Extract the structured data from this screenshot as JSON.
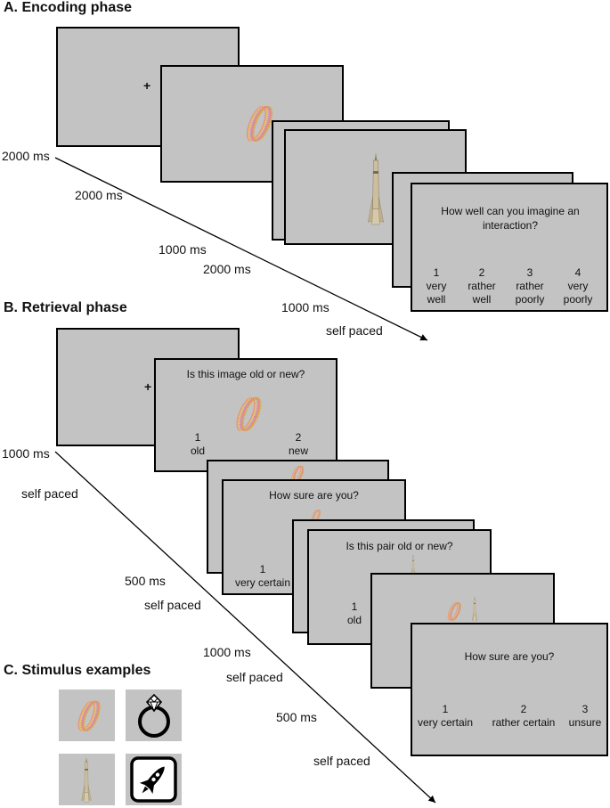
{
  "encoding": {
    "heading": "A. Encoding phase",
    "timings": [
      "2000 ms",
      "2000 ms",
      "1000 ms",
      "2000 ms",
      "1000 ms",
      "self paced"
    ],
    "question": "How well can you imagine an interaction?",
    "options": [
      {
        "num": "1",
        "l1": "very",
        "l2": "well"
      },
      {
        "num": "2",
        "l1": "rather",
        "l2": "well"
      },
      {
        "num": "3",
        "l1": "rather",
        "l2": "poorly"
      },
      {
        "num": "4",
        "l1": "very",
        "l2": "poorly"
      }
    ],
    "fixation": "+"
  },
  "retrieval": {
    "heading": "B. Retrieval phase",
    "timings": [
      "1000 ms",
      "self paced",
      "500 ms",
      "self paced",
      "1000 ms",
      "self paced",
      "500 ms",
      "self paced"
    ],
    "fixation": "+",
    "q_image": "Is this image old or new?",
    "img_options": [
      {
        "num": "1",
        "label": "old"
      },
      {
        "num": "2",
        "label": "new"
      }
    ],
    "q_sure1": "How sure are you?",
    "sure1_option": {
      "num": "1",
      "label": "very certain"
    },
    "q_pair": "Is this pair old or new?",
    "pair_option": {
      "num": "1",
      "label": "old"
    },
    "q_sure2": "How sure are you?",
    "sure2_options": [
      {
        "num": "1",
        "label": "very certain"
      },
      {
        "num": "2",
        "label": "rather certain"
      },
      {
        "num": "3",
        "label": "unsure"
      }
    ]
  },
  "stimulus": {
    "heading": "C. Stimulus examples",
    "items": [
      "ring-photo",
      "ring-icon",
      "rocket-photo",
      "rocket-icon"
    ]
  },
  "colors": {
    "screen_bg": "#c3c3c3",
    "border": "#000000",
    "ring_gold": "#d8a640",
    "ring_pink": "#e38a8a",
    "rocket_beige": "#c9bc9c"
  }
}
